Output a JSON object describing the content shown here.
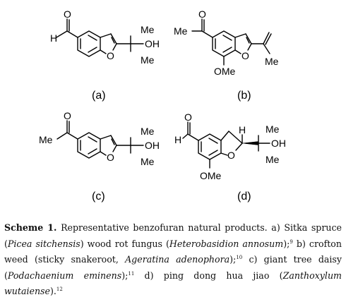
{
  "structures": {
    "a": {
      "label": "(a)",
      "atoms": {
        "aldehyde_h": "H",
        "aldehyde_o": "O",
        "ring_o": "O",
        "me_top": "Me",
        "oh": "OH",
        "me_bottom": "Me"
      }
    },
    "b": {
      "label": "(b)",
      "atoms": {
        "me": "Me",
        "carbonyl_o": "O",
        "ring_o": "O",
        "ome": "OMe",
        "me_vinyl": "Me"
      }
    },
    "c": {
      "label": "(c)",
      "atoms": {
        "me": "Me",
        "carbonyl_o": "O",
        "ring_o": "O",
        "me_top": "Me",
        "oh": "OH",
        "me_bottom": "Me"
      }
    },
    "d": {
      "label": "(d)",
      "atoms": {
        "aldehyde_h": "H",
        "aldehyde_o": "O",
        "ring_o": "O",
        "ome": "OMe",
        "stereo_h": "H",
        "me_top": "Me",
        "oh": "OH",
        "me_bottom": "Me"
      }
    }
  },
  "caption": {
    "head": "Scheme 1.",
    "t1": " Representative benzofuran natural products. a) Sitka spruce (",
    "i1": "Picea sitchensis",
    "t2": ") wood rot fungus (",
    "i2": "Heterobasidion annosum",
    "t3": ");",
    "r1": "9",
    "t4": " b) crofton weed (sticky snakeroot, ",
    "i3": "Ageratina adenophora",
    "t5": ");",
    "r2": "10",
    "t6": " c) giant tree daisy (",
    "i4": "Podachaenium eminens",
    "t7": ");",
    "r3": "11",
    "t8": " d) ping dong hua jiao (",
    "i5": "Zanthoxylum wutaiense",
    "t9": ").",
    "r4": "12"
  }
}
